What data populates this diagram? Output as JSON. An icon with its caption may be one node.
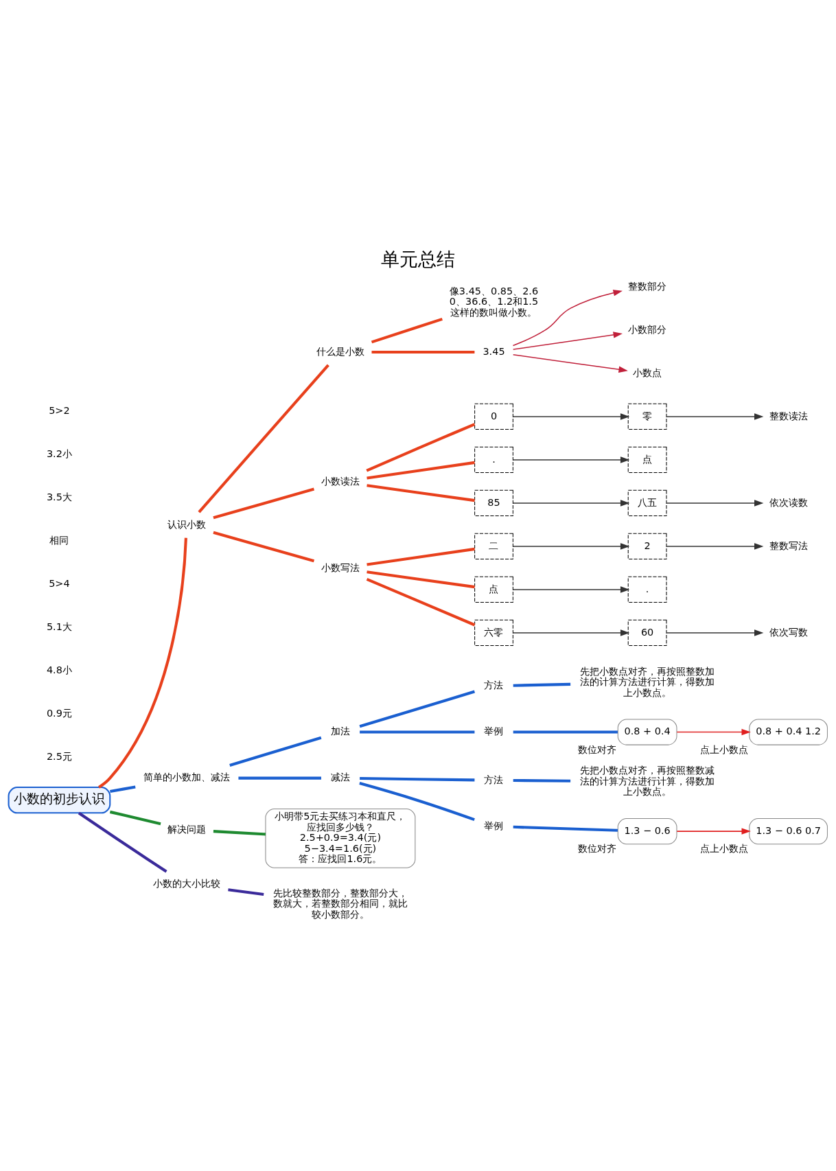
{
  "diagram": {
    "title": "单元总结",
    "nodes": [
      {
        "text": [
          "小数的初步认识"
        ]
      },
      {
        "text": [
          "认识小数"
        ]
      },
      {
        "text": [
          "什么是小数"
        ]
      },
      {
        "text": [
          "像3.45、0.85、2.60、36.6、1.2和1.5这样的数叫做小数。"
        ]
      },
      {
        "text": [
          "3.45"
        ]
      },
      {
        "text": [
          "整数部分"
        ]
      },
      {
        "text": [
          "小数部分"
        ]
      },
      {
        "text": [
          "小数点"
        ]
      },
      {
        "text": [
          "小数读法"
        ]
      },
      {
        "text": [
          "0"
        ]
      },
      {
        "text": [
          "零"
        ]
      },
      {
        "text": [
          "整数读法"
        ]
      },
      {
        "text": [
          "."
        ]
      },
      {
        "text": [
          "点"
        ]
      },
      {
        "text": [
          "85"
        ]
      },
      {
        "text": [
          "八五"
        ]
      },
      {
        "text": [
          "依次读数"
        ]
      },
      {
        "text": [
          "小数写法"
        ]
      },
      {
        "text": [
          "二"
        ]
      },
      {
        "text": [
          "2"
        ]
      },
      {
        "text": [
          "整数写法"
        ]
      },
      {
        "text": [
          "点"
        ]
      },
      {
        "text": [
          "."
        ]
      },
      {
        "text": [
          "六零"
        ]
      },
      {
        "text": [
          "60"
        ]
      },
      {
        "text": [
          "依次写数"
        ]
      },
      {
        "text": [
          "简单的小数加、减法"
        ]
      },
      {
        "text": [
          "加法"
        ]
      },
      {
        "text": [
          "方法"
        ]
      },
      {
        "text": [
          "先把小数点对齐，再按照整数加法的计算方法进行计算，得数加上小数点。"
        ]
      },
      {
        "text": [
          "举例"
        ]
      },
      {
        "text": [
          "0.8 + 0.4"
        ],
        "beside": [
          "数位对齐"
        ]
      },
      {
        "text": [
          "0.8 + 0.4 1.2"
        ],
        "beside": [
          "点上小数点"
        ]
      },
      {
        "text": [
          "减法"
        ]
      },
      {
        "text": [
          "方法"
        ]
      },
      {
        "text": [
          "先把小数点对齐，再按照整数减法的计算方法进行计算，得数加上小数点。"
        ]
      },
      {
        "text": [
          "举例"
        ]
      },
      {
        "text": [
          "1.3 − 0.6"
        ],
        "beside": [
          "数位对齐"
        ]
      },
      {
        "text": [
          "1.3 − 0.6 0.7"
        ],
        "beside": [
          "点上小数点"
        ]
      },
      {
        "text": [
          "解决问题"
        ]
      },
      {
        "text": [
          "小明带5元去买练习本和直尺，应找回多少钱？",
          "2.5+0.9=3.4(元)",
          "5−3.4=1.6(元)",
          "答：应找回1.6元。"
        ]
      },
      {
        "text": [
          "小数的大小比较"
        ]
      },
      {
        "text": [
          "先比较整数部分，整数部分大，数就大，若整数部分相同，就比较小数部分。"
        ]
      }
    ],
    "edges": [
      {
        "from": 0,
        "to": 1,
        "arrow": "none",
        "color": "#e8401c"
      },
      {
        "from": 1,
        "to": 2,
        "arrow": "none",
        "color": "#e8401c"
      },
      {
        "from": 2,
        "to": 3,
        "arrow": "none",
        "color": "#e8401c"
      },
      {
        "from": 2,
        "to": 4,
        "arrow": "none",
        "color": "#e8401c"
      },
      {
        "from": 4,
        "to": 5,
        "arrow": "to",
        "color": "#c0203a"
      },
      {
        "from": 4,
        "to": 6,
        "arrow": "to",
        "color": "#c0203a"
      },
      {
        "from": 4,
        "to": 7,
        "arrow": "to",
        "color": "#c0203a"
      },
      {
        "from": 1,
        "to": 8,
        "arrow": "none",
        "color": "#e8401c"
      },
      {
        "from": 8,
        "to": 9,
        "arrow": "none",
        "color": "#e8401c"
      },
      {
        "from": 8,
        "to": 12,
        "arrow": "none",
        "color": "#e8401c"
      },
      {
        "from": 8,
        "to": 14,
        "arrow": "none",
        "color": "#e8401c"
      },
      {
        "from": 9,
        "to": 10,
        "arrow": "to",
        "color": "#333333"
      },
      {
        "from": 10,
        "to": 11,
        "arrow": "to",
        "color": "#333333"
      },
      {
        "from": 12,
        "to": 13,
        "arrow": "to",
        "color": "#333333"
      },
      {
        "from": 14,
        "to": 15,
        "arrow": "to",
        "color": "#333333"
      },
      {
        "from": 15,
        "to": 16,
        "arrow": "to",
        "color": "#333333"
      },
      {
        "from": 1,
        "to": 17,
        "arrow": "none",
        "color": "#e8401c"
      },
      {
        "from": 17,
        "to": 18,
        "arrow": "none",
        "color": "#e8401c"
      },
      {
        "from": 17,
        "to": 21,
        "arrow": "none",
        "color": "#e8401c"
      },
      {
        "from": 17,
        "to": 23,
        "arrow": "none",
        "color": "#e8401c"
      },
      {
        "from": 18,
        "to": 19,
        "arrow": "to",
        "color": "#333333"
      },
      {
        "from": 19,
        "to": 20,
        "arrow": "to",
        "color": "#333333"
      },
      {
        "from": 21,
        "to": 22,
        "arrow": "to",
        "color": "#333333"
      },
      {
        "from": 23,
        "to": 24,
        "arrow": "to",
        "color": "#333333"
      },
      {
        "from": 24,
        "to": 25,
        "arrow": "to",
        "color": "#333333"
      },
      {
        "from": 0,
        "to": 26,
        "arrow": "none",
        "color": "#1a5fd0"
      },
      {
        "from": 26,
        "to": 27,
        "arrow": "none",
        "color": "#1a5fd0"
      },
      {
        "from": 27,
        "to": 28,
        "arrow": "none",
        "color": "#1a5fd0"
      },
      {
        "from": 28,
        "to": 29,
        "arrow": "none",
        "color": "#1a5fd0"
      },
      {
        "from": 27,
        "to": 30,
        "arrow": "none",
        "color": "#1a5fd0"
      },
      {
        "from": 30,
        "to": 31,
        "arrow": "none",
        "color": "#1a5fd0"
      },
      {
        "from": 31,
        "to": 32,
        "arrow": "to",
        "color": "#e02020"
      },
      {
        "from": 26,
        "to": 33,
        "arrow": "none",
        "color": "#1a5fd0"
      },
      {
        "from": 33,
        "to": 34,
        "arrow": "none",
        "color": "#1a5fd0"
      },
      {
        "from": 34,
        "to": 35,
        "arrow": "none",
        "color": "#1a5fd0"
      },
      {
        "from": 33,
        "to": 36,
        "arrow": "none",
        "color": "#1a5fd0"
      },
      {
        "from": 36,
        "to": 37,
        "arrow": "none",
        "color": "#1a5fd0"
      },
      {
        "from": 37,
        "to": 38,
        "arrow": "to",
        "color": "#e02020"
      },
      {
        "from": 0,
        "to": 39,
        "arrow": "none",
        "color": "#1e8a30"
      },
      {
        "from": 39,
        "to": 40,
        "arrow": "none",
        "color": "#1e8a30"
      },
      {
        "from": 0,
        "to": 41,
        "arrow": "none",
        "color": "#3a2a9a"
      },
      {
        "from": 41,
        "to": 42,
        "arrow": "none",
        "color": "#3a2a9a"
      }
    ],
    "labels": [
      "2.5元",
      "0.9元",
      "4.8小",
      "5.1大",
      "5>4",
      "相同",
      "3.5大",
      "3.2小",
      "5>2"
    ]
  }
}
